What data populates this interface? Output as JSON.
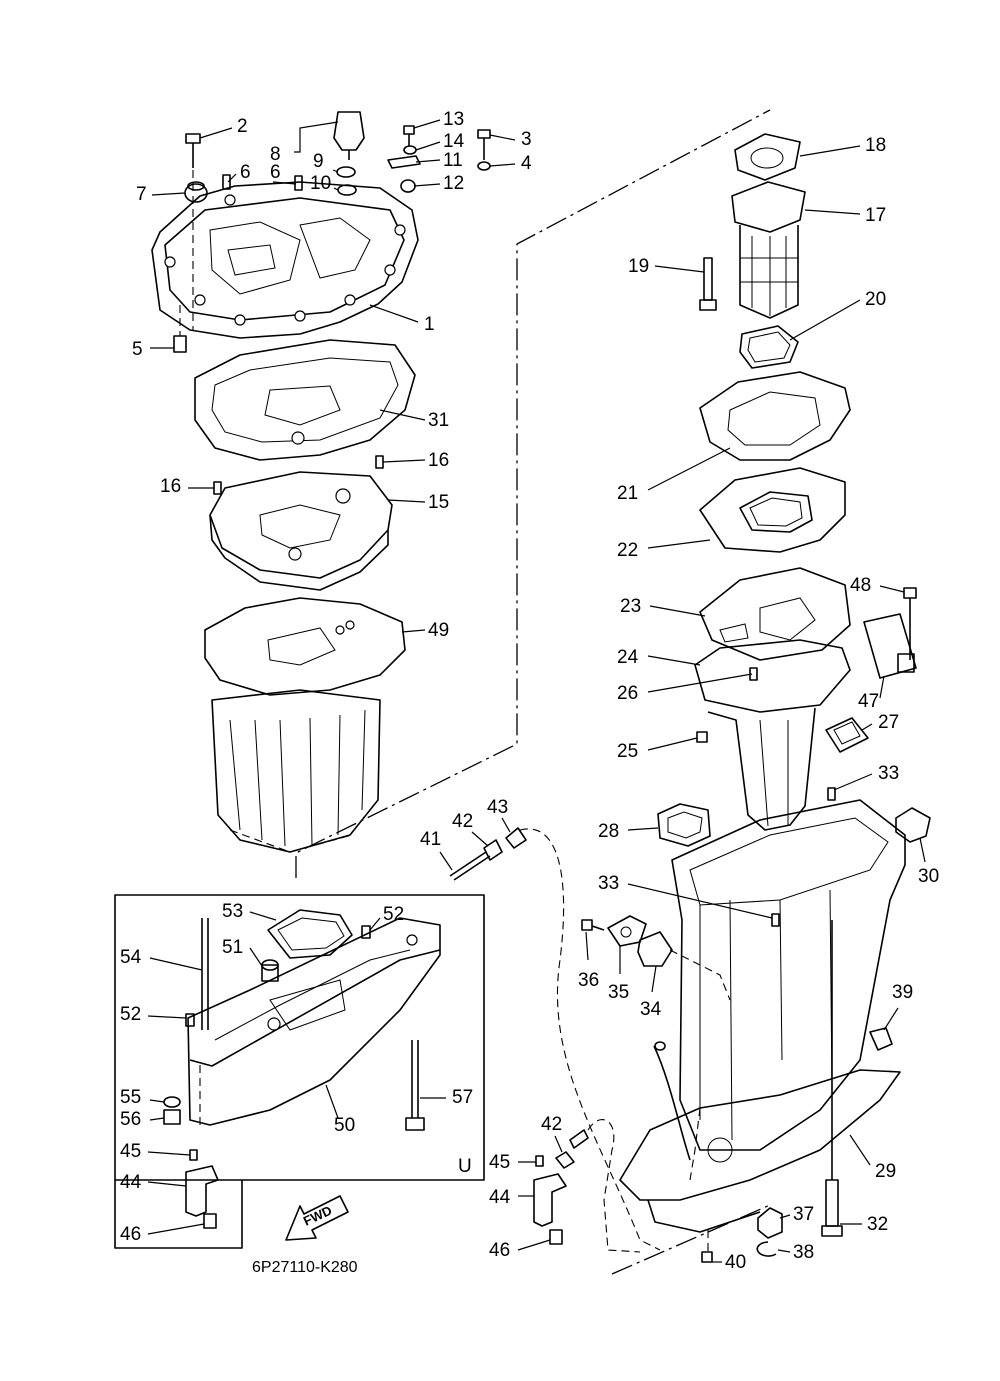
{
  "diagram_code": "6P27110-K280",
  "fwd_label": "FWD",
  "box_letter": "U",
  "callouts": [
    "1",
    "2",
    "3",
    "4",
    "5",
    "6",
    "6",
    "7",
    "8",
    "9",
    "10",
    "11",
    "12",
    "13",
    "14",
    "15",
    "16",
    "16",
    "17",
    "18",
    "19",
    "20",
    "21",
    "22",
    "23",
    "24",
    "25",
    "26",
    "27",
    "28",
    "29",
    "30",
    "31",
    "32",
    "33",
    "33",
    "34",
    "35",
    "36",
    "37",
    "38",
    "39",
    "40",
    "41",
    "42",
    "42",
    "43",
    "44",
    "44",
    "45",
    "45",
    "46",
    "46",
    "47",
    "48",
    "49",
    "50",
    "51",
    "52",
    "52",
    "53",
    "54",
    "55",
    "56",
    "57"
  ]
}
